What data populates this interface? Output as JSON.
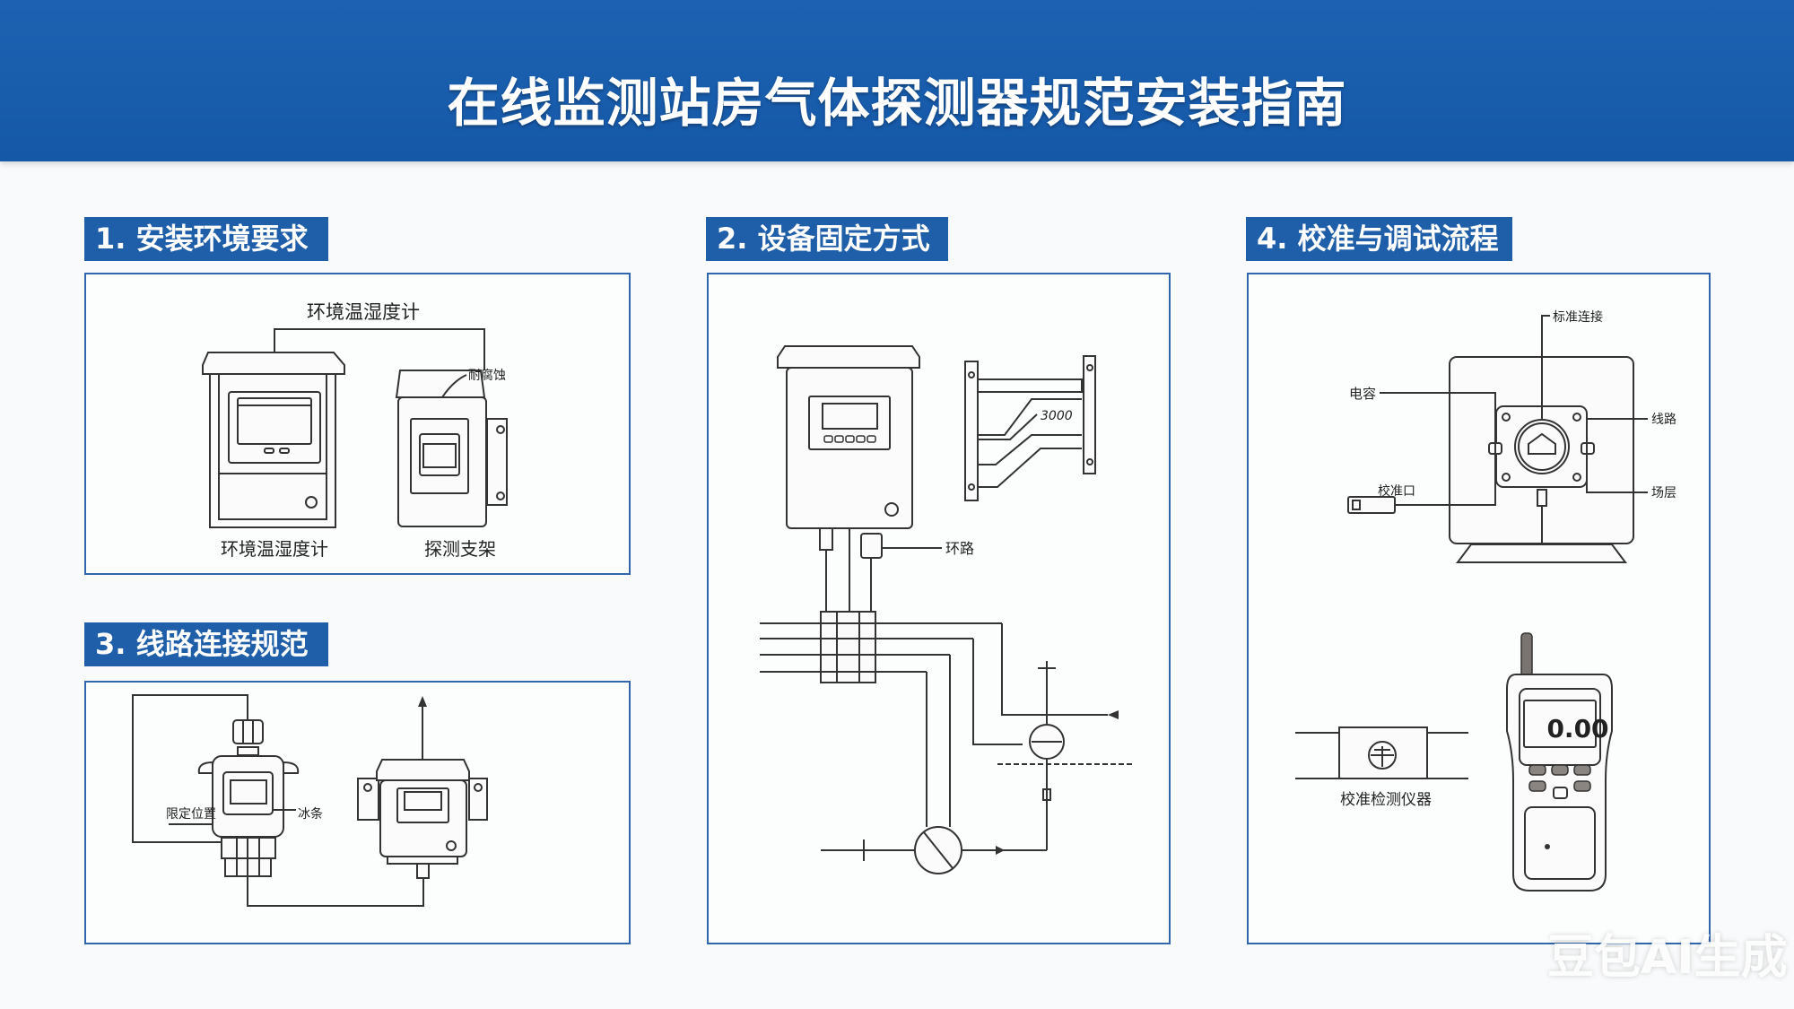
{
  "header": {
    "title": "在线监测站房气体探测器规范安装指南"
  },
  "colors": {
    "header_bg": "#1a5eae",
    "section_label_bg": "#1f5ea9",
    "panel_border": "#3166ac"
  },
  "sections": [
    {
      "label": "1. 安装环境要求",
      "diagram": {
        "top_label": "环境温湿度计",
        "left_caption": "环境温湿度计",
        "right_caption": "探测支架",
        "callout": "耐腐蚀"
      }
    },
    {
      "label": "2. 设备固定方式",
      "diagram": {
        "callout": "环路",
        "bracket_mark": "3000"
      }
    },
    {
      "label": "3. 线路连接规范",
      "diagram": {
        "left_callout": "限定位置",
        "right_callout": "冰条"
      }
    },
    {
      "label": "4. 校准与调试流程",
      "diagram": {
        "top_callout": "标准连接",
        "left_callout": "电容",
        "port_callout": "校准口",
        "right_callout_1": "线路",
        "right_callout_2": "场层",
        "instrument_caption": "校准检测仪器",
        "meter_reading": "0.00"
      }
    }
  ],
  "watermark": "豆包AI生成"
}
